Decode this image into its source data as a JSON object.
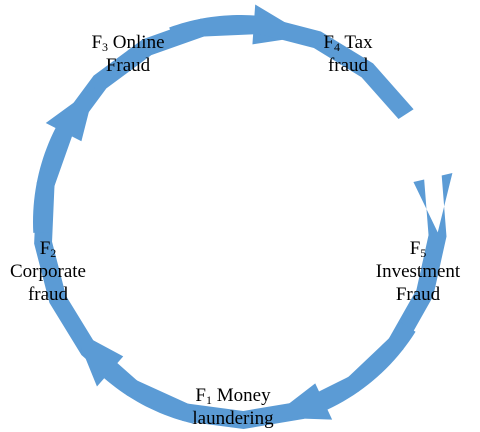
{
  "diagram": {
    "arrow_color": "#5B9BD5",
    "text_color": "#000000",
    "nodes": [
      {
        "id": "f3",
        "letter": "F",
        "subscript": "3",
        "label_rest": " Online",
        "label_line2": "Fraud"
      },
      {
        "id": "f4",
        "letter": "F",
        "subscript": "4",
        "label_rest": " Tax",
        "label_line2": "fraud"
      },
      {
        "id": "f5",
        "letter": "F",
        "subscript": "5",
        "label_rest": "",
        "label_line2": "Investment",
        "label_line3": "Fraud"
      },
      {
        "id": "f1",
        "letter": "F",
        "subscript": "1",
        "label_rest": " Money",
        "label_line2": "laundering"
      },
      {
        "id": "f2",
        "letter": "F",
        "subscript": "2",
        "label_rest": "",
        "label_line2": "Corporate",
        "label_line3": "fraud"
      }
    ]
  }
}
